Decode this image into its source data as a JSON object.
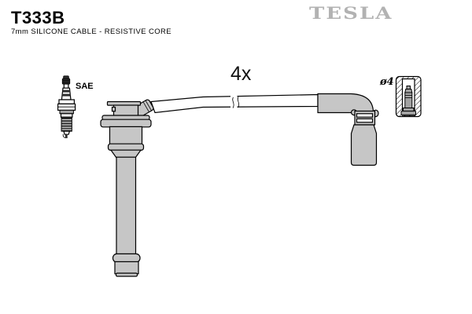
{
  "header": {
    "part_number": "T333B",
    "description": "7mm SILICONE CABLE - RESISTIVE CORE",
    "brand": "TESLA"
  },
  "diagram": {
    "quantity_label": "4x",
    "sae_label": "SAE",
    "diameter_label": "ø4"
  },
  "colors": {
    "background": "#ffffff",
    "outline": "#000000",
    "boot_gray": "#c6c6c6",
    "brand_gray": "#b2b2b2",
    "dark_part": "#2e2e2e",
    "terminal_gray": "#a2a2a2"
  }
}
